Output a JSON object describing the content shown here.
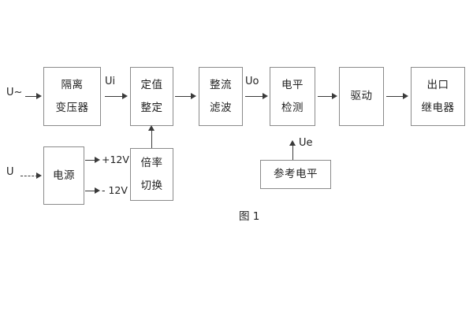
{
  "figure": {
    "caption": "图 1",
    "background_color": "#ffffff",
    "box_border_color": "#8a8a8a",
    "line_color": "#3a3a3a"
  },
  "signal_chain": {
    "input_label": "U~",
    "blocks": [
      {
        "line1": "隔离",
        "line2": "变压器"
      },
      {
        "line1": "定值",
        "line2": "整定"
      },
      {
        "line1": "整流",
        "line2": "滤波"
      },
      {
        "line1": "电平",
        "line2": "检测"
      },
      {
        "line1": "驱动",
        "line2": ""
      },
      {
        "line1": "出口",
        "line2": "继电器"
      }
    ],
    "signal_labels": {
      "ui": "Ui",
      "uo": "Uo",
      "ue": "Ue"
    }
  },
  "power_section": {
    "input_label": "U",
    "block": {
      "line1": "电源",
      "line2": ""
    },
    "outputs": [
      "+12V",
      "- 12V"
    ]
  },
  "range_switch": {
    "block": {
      "line1": "倍率",
      "line2": "切换"
    }
  },
  "reference_level": {
    "block": {
      "line1": "参考电平",
      "line2": ""
    }
  }
}
